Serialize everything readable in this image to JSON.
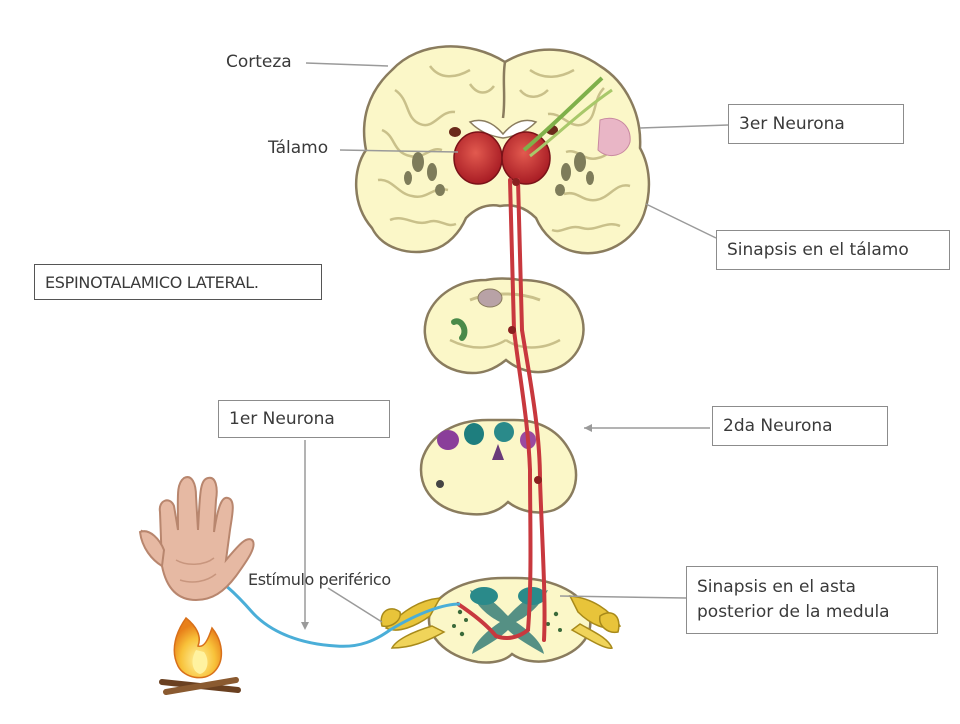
{
  "labels": {
    "corteza": "Corteza",
    "talamo": "Tálamo",
    "neurona_3": "3er Neurona",
    "sinapsis_talamo": "Sinapsis en el tálamo",
    "titulo": "ESPINOTALAMICO LATERAL.",
    "neurona_1": "1er Neurona",
    "neurona_2": "2da Neurona",
    "estimulo": "Estímulo periférico",
    "sinapsis_asta_1": "Sinapsis en el asta",
    "sinapsis_asta_2": "posterior de la medula"
  },
  "colors": {
    "tissue": "#fbf7c8",
    "tissue_outline": "#8a7c5e",
    "gyri": "#b8b27a",
    "thalamus": "#c4242e",
    "tract": "#c8383e",
    "peripheral_nerve": "#4aaed8",
    "green_tract": "#7fb04a",
    "root_yellow": "#e8c43a",
    "skin": "#e6b9a3",
    "flame_outer": "#f2a21c",
    "flame_inner": "#f8d84a",
    "leader": "#9a9a9a"
  },
  "icons": {
    "hand": "hand-icon",
    "fire": "fire-icon"
  }
}
